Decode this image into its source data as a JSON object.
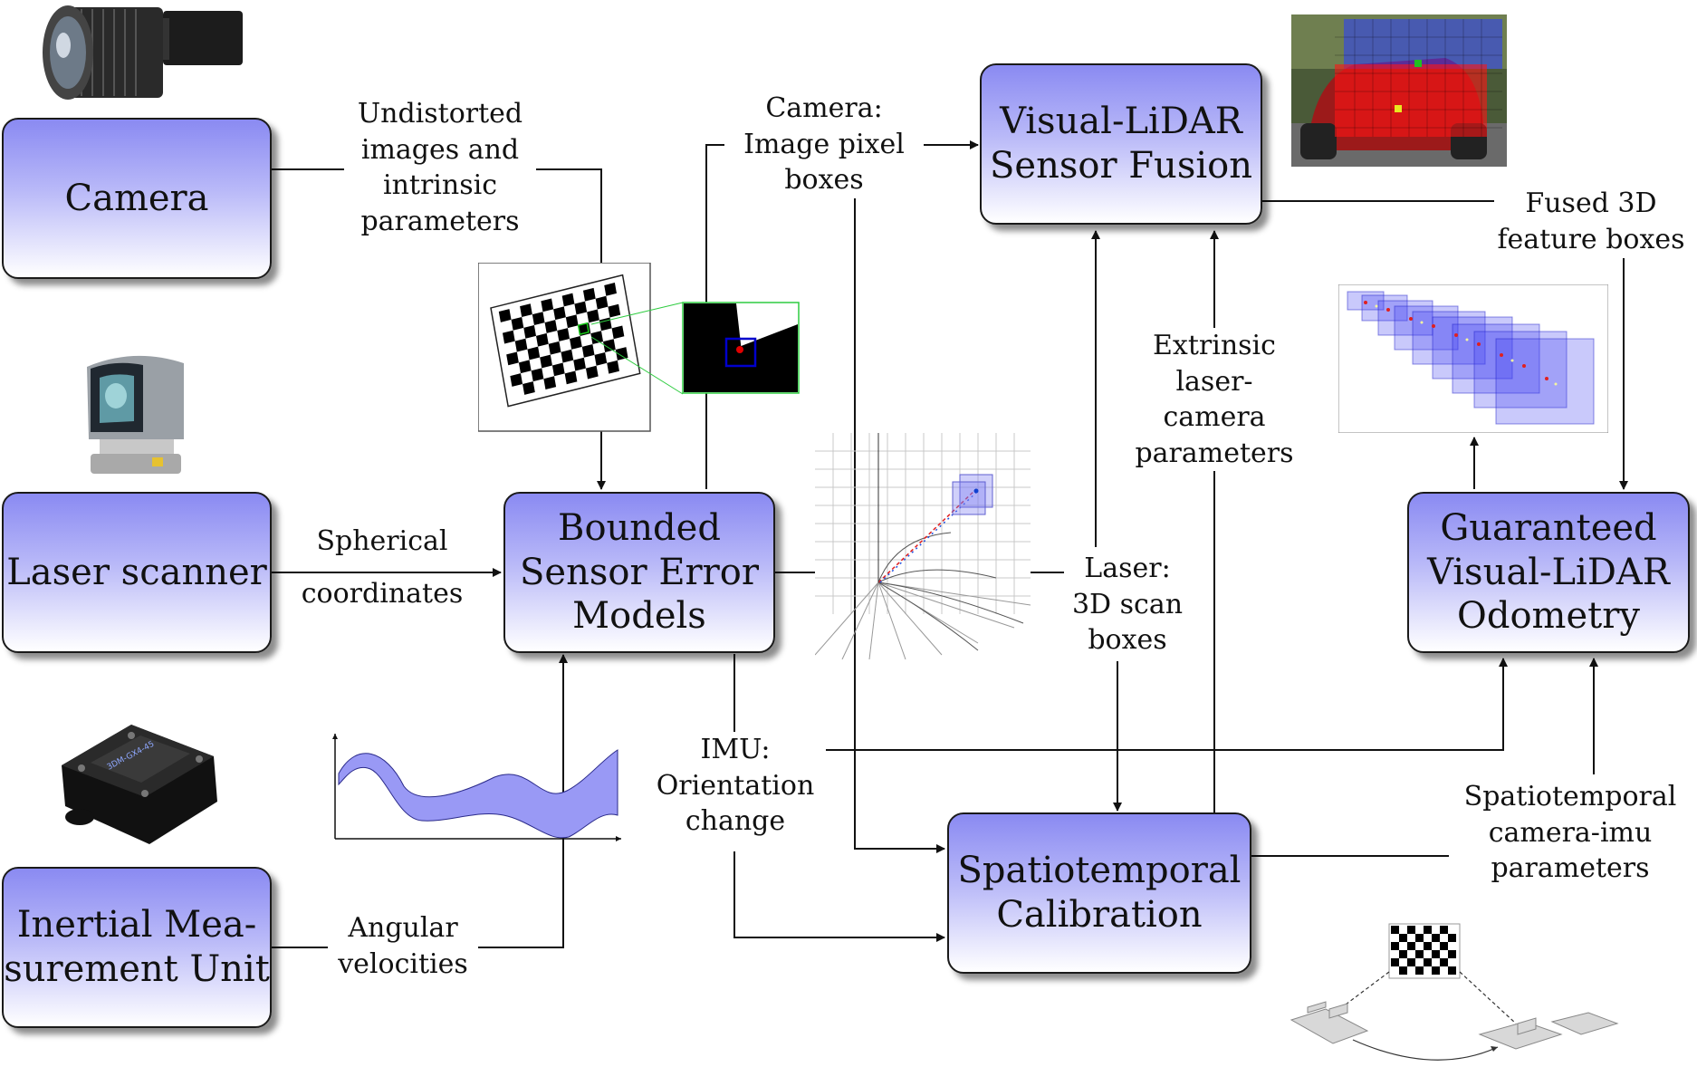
{
  "blocks": {
    "camera": "Camera",
    "laser_scanner": "Laser scanner",
    "imu": "Inertial Mea-\nsurement Unit",
    "bounded_models": "Bounded\nSensor Error\nModels",
    "fusion": "Visual-LiDAR\nSensor Fusion",
    "odometry": "Guaranteed\nVisual-LiDAR\nOdometry",
    "calibration": "Spatiotemporal\nCalibration"
  },
  "labels": {
    "undistorted": "Undistorted\nimages and\nintrinsic\nparameters",
    "camera_pixel_boxes": "Camera:\nImage pixel\nboxes",
    "spherical_1": "Spherical",
    "spherical_2": "coordinates",
    "angular": "Angular\nvelocities",
    "imu_orientation": "IMU:\nOrientation\nchange",
    "laser_scan_boxes": "Laser:\n3D scan\nboxes",
    "extrinsic": "Extrinsic\nlaser-\ncamera\nparameters",
    "fused_boxes": "Fused 3D\nfeature boxes",
    "spatiotemporal_params": "Spatiotemporal\ncamera-imu\nparameters"
  },
  "colors": {
    "block_top": "#8a8af2",
    "block_bottom": "#ffffff",
    "band_fill": "#9999f5",
    "box_blue": "#1e3cff",
    "box_red": "#e02020"
  }
}
